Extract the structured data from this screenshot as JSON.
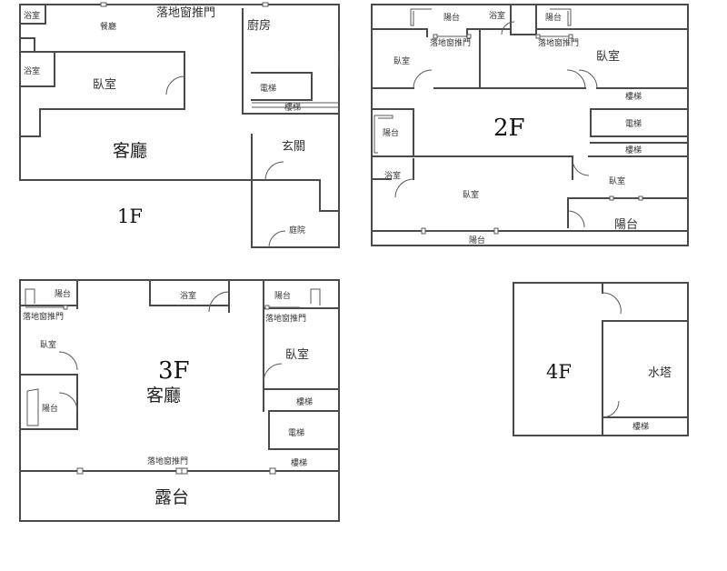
{
  "floor1": {
    "label": "1F",
    "bath_top": "浴室",
    "dining": "餐廳",
    "sliding_door": "落地窗推門",
    "kitchen": "廚房",
    "bath_left": "浴室",
    "bedroom": "臥室",
    "elevator": "電梯",
    "stairs": "樓梯",
    "living": "客廳",
    "entrance": "玄關",
    "courtyard": "庭院"
  },
  "floor2": {
    "label": "2F",
    "balcony_top_left": "陽台",
    "bath_top": "浴室",
    "balcony_top_right": "陽台",
    "sliding_door_left": "落地窗推門",
    "sliding_door_right": "落地窗推門",
    "bedroom_top_left": "臥室",
    "bedroom_top_right": "臥室",
    "stairs_top": "樓梯",
    "balcony_left": "陽台",
    "elevator": "電梯",
    "stairs": "樓梯",
    "bath_left": "浴室",
    "bedroom_bottom": "臥室",
    "bedroom_right": "臥室",
    "balcony_right": "陽台",
    "balcony_bottom": "陽台"
  },
  "floor3": {
    "label": "3F",
    "balcony_top_left": "陽台",
    "sliding_door_left": "落地窗推門",
    "bath": "浴室",
    "balcony_top_right": "陽台",
    "sliding_door_right": "落地窗推門",
    "bedroom_left": "臥室",
    "bedroom_right": "臥室",
    "living": "客廳",
    "balcony_left": "陽台",
    "stairs_top": "樓梯",
    "elevator": "電梯",
    "sliding_door_bottom": "落地窗推門",
    "stairs_bottom": "樓梯",
    "terrace": "露台"
  },
  "floor4": {
    "label": "4F",
    "water_tower": "水塔",
    "stairs": "樓梯"
  }
}
